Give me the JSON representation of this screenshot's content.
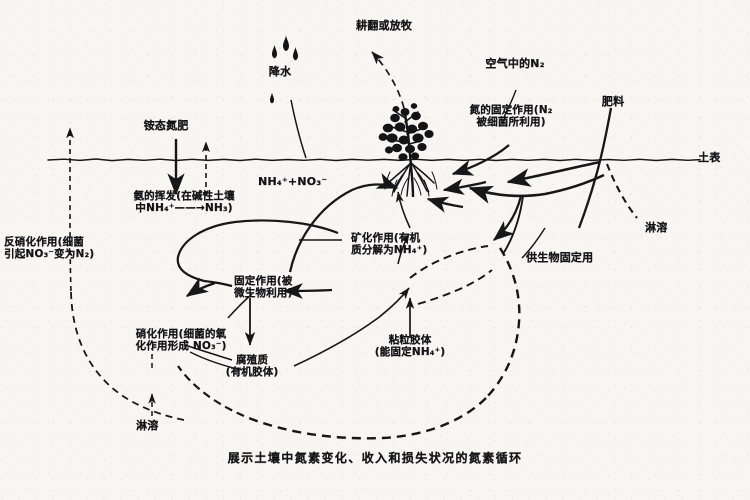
{
  "diagram": {
    "caption": "展示土壤中氮素变化、收入和损失状况的氮素循环",
    "soil_surface_label": "土表",
    "ink_color": "#1a1a1c",
    "background_color": "#f7f6f3"
  },
  "labels": {
    "tillage_or_grazing": "耕翻或放牧",
    "precipitation": "降水",
    "air_n2": "空气中的N₂",
    "n_fixation_line1": "氮的固定作用(N₂",
    "n_fixation_line2": "被细菌所利用)",
    "fertilizer": "肥料",
    "ammonium_fertilizer": "铵态氮肥",
    "ammonia_volatilization_line1": "氨的挥发(在碱性土壤",
    "ammonia_volatilization_line2": "中NH₄⁺——→NH₃)",
    "nh4_no3": "NH₄⁺+NO₃⁻",
    "denitrification_line1": "反硝化作用(细菌",
    "denitrification_line2": "引起NO₃⁻变为N₂)",
    "nitrification_line1": "硝化作用(细菌的氧",
    "nitrification_line2": "化作用形成 NO₃⁻)",
    "mineralization_line1": "矿化作用(有机",
    "mineralization_line2": "质分解为NH₄⁺)",
    "immobilization_line1": "固定作用(被",
    "immobilization_line2": "微生物利用)",
    "humus_line1": "腐殖质",
    "humus_line2": "(有机胶体)",
    "clay_colloid_line1": "粘粒胶体",
    "clay_colloid_line2": "(能固定NH₄⁺)",
    "biological_fixation_supply": "供生物固定用",
    "leaching_right": "淋溶",
    "leaching_bottom": "淋溶"
  }
}
